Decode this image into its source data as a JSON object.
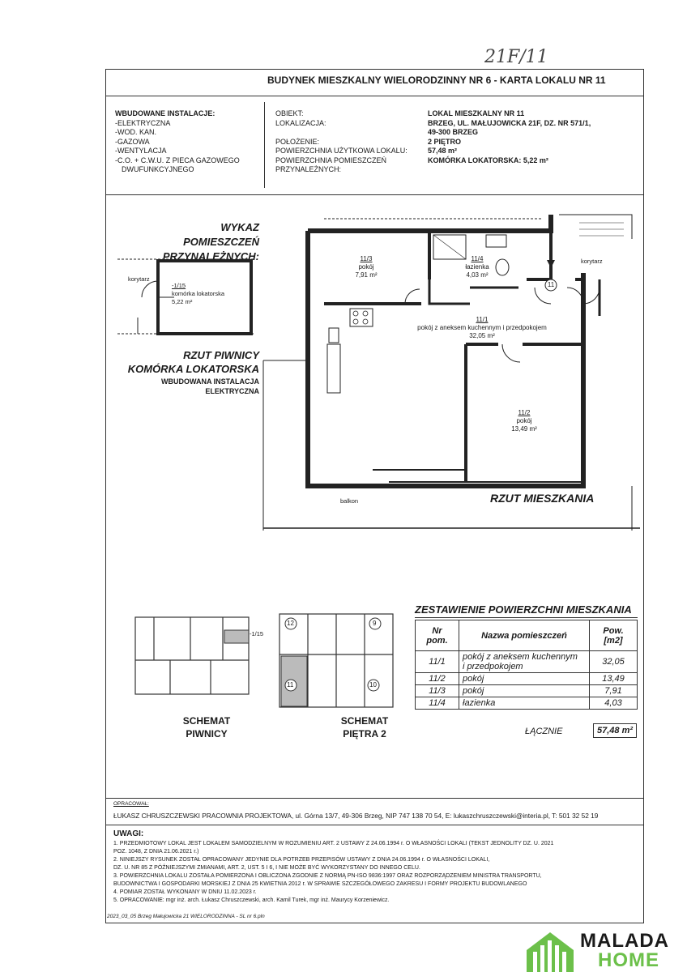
{
  "handwritten_code": "21F/11",
  "header": {
    "title": "BUDYNEK MIESZKALNY WIELORODZINNY NR 6 - KARTA LOKALU NR 11"
  },
  "installations": {
    "heading": "WBUDOWANE INSTALACJE:",
    "items": [
      "-ELEKTRYCZNA",
      "-WOD. KAN.",
      "-GAZOWA",
      "-WENTYLACJA",
      "-C.O. + C.W.U. Z PIECA GAZOWEGO",
      "DWUFUNKCYJNEGO"
    ]
  },
  "object_info": {
    "labels": [
      "OBIEKT:",
      "LOKALIZACJA:",
      "POŁOŻENIE:",
      "POWIERZCHNIA UŻYTKOWA LOKALU:",
      "POWIERZCHNIA POMIESZCZEŃ",
      "PRZYNALEŻNYCH:"
    ],
    "values": [
      "LOKAL MIESZKALNY NR 11",
      "BRZEG, UL. MAŁUJOWICKA 21F, DZ. NR 571/1,",
      "49-300 BRZEG",
      "2 PIĘTRO",
      "57,48 m²",
      "KOMÓRKA LOKATORSKA: 5,22 m²"
    ]
  },
  "storage_plan": {
    "title_line1": "WYKAZ POMIESZCZEŃ",
    "title_line2": "PRZYNALEŻNYCH:",
    "corridor": "korytarz",
    "room_number": "-1/15",
    "room_name": "komórka lokatorska",
    "room_area": "5,22 m²",
    "caption_line1": "RZUT PIWNICY",
    "caption_line2": "KOMÓRKA LOKATORSKA",
    "caption_line3": "WBUDOWANA INSTALACJA",
    "caption_line4": "ELEKTRYCZNA"
  },
  "floor_plan": {
    "room_11_3": {
      "number": "11/3",
      "name": "pokój",
      "area": "7,91 m²"
    },
    "room_11_4": {
      "number": "11/4",
      "name": "łazienka",
      "area": "4,03 m²"
    },
    "room_11_1": {
      "number": "11/1",
      "name": "pokój z aneksem kuchennym i przedpokojem",
      "area": "32,05 m²"
    },
    "room_11_2": {
      "number": "11/2",
      "name": "pokój",
      "area": "13,49 m²"
    },
    "corridor": "korytarz",
    "unit_marker": "11",
    "balcony": "balkon",
    "caption": "RZUT MIESZKANIA"
  },
  "schemes": {
    "basement_marker": "-1/15",
    "basement_line1": "SCHEMAT",
    "basement_line2": "PIWNICY",
    "floor_line1": "SCHEMAT",
    "floor_line2": "PIĘTRA 2",
    "unit_markers": [
      "12",
      "9",
      "11",
      "10"
    ]
  },
  "area_table": {
    "title": "ZESTAWIENIE POWIERZCHNI MIESZKANIA",
    "col_nr_line1": "Nr",
    "col_nr_line2": "pom.",
    "col_name": "Nazwa pomieszczeń",
    "col_area_line1": "Pow.",
    "col_area_line2": "[m2]",
    "rows": [
      {
        "nr": "11/1",
        "name_line1": "pokój z aneksem kuchennym",
        "name_line2": "i przedpokojem",
        "area": "32,05"
      },
      {
        "nr": "11/2",
        "name_line1": "pokój",
        "name_line2": "",
        "area": "13,49"
      },
      {
        "nr": "11/3",
        "name_line1": "pokój",
        "name_line2": "",
        "area": "7,91"
      },
      {
        "nr": "11/4",
        "name_line1": "łazienka",
        "name_line2": "",
        "area": "4,03"
      }
    ],
    "total_label": "ŁĄCZNIE",
    "total_value": "57,48 m²"
  },
  "footer": {
    "prepared_label": "OPRACOWAŁ:",
    "company": "ŁUKASZ CHRUSZCZEWSKI PRACOWNIA PROJEKTOWA, ul. Górna 13/7, 49-306 Brzeg, NIP 747 138 70 54, E: lukaszchruszczewski@interia.pl, T: 501 32 52 19",
    "notes_heading": "UWAGI:",
    "notes": [
      "1.   PRZEDMIOTOWY LOKAL JEST LOKALEM SAMODZIELNYM W ROZUMIENIU ART. 2 USTAWY Z 24.06.1994 r. O WŁASNOŚCI LOKALI (TEKST JEDNOLITY DZ. U. 2021",
      "      POZ. 1048, Z DNIA 21.06.2021 r.)",
      "2.   NINIEJSZY RYSUNEK ZOSTAŁ OPRACOWANY JEDYNIE DLA POTRZEB PRZEPISÓW USTAWY Z DNIA 24.06.1994 r. O WŁASNOŚCI LOKALI,",
      "      DZ. U. NR 85 Z PÓŹNIEJSZYMI ZMIANAMI, ART. 2, UST. 5 I 6, I NIE MOŻE BYĆ WYKORZYSTANY DO INNEGO CELU.",
      "3.   POWIERZCHNIA LOKALU ZOSTAŁA POMIERZONA I OBLICZONA ZGODNIE Z NORMĄ PN-ISO 9836:1997 ORAZ ROZPORZĄDZENIEM MINISTRA TRANSPORTU,",
      "      BUDOWNICTWA I GOSPODARKI MORSKIEJ Z DNIA 25 KWIETNIA 2012 r. W SPRAWIE SZCZEGÓŁOWEGO ZAKRESU I FORMY PROJEKTU BUDOWLANEGO",
      "4.   POMIAR ZOSTAŁ WYKONANY W DNIU 11.02.2023 r.",
      "5.   OPRACOWANIE: mgr inż. arch. Łukasz Chruszczewski, arch. Kamil Turek, mgr inż. Maurycy Korzeniewicz."
    ],
    "file_ref": "2023_03_05 Brzeg Małujowicka 21 WIELORODZINNA - SL nr 6.pln"
  },
  "logo": {
    "line1": "MALADA",
    "line2": "HOME",
    "icon": "building-logo-icon",
    "green": "#6cc04a"
  }
}
